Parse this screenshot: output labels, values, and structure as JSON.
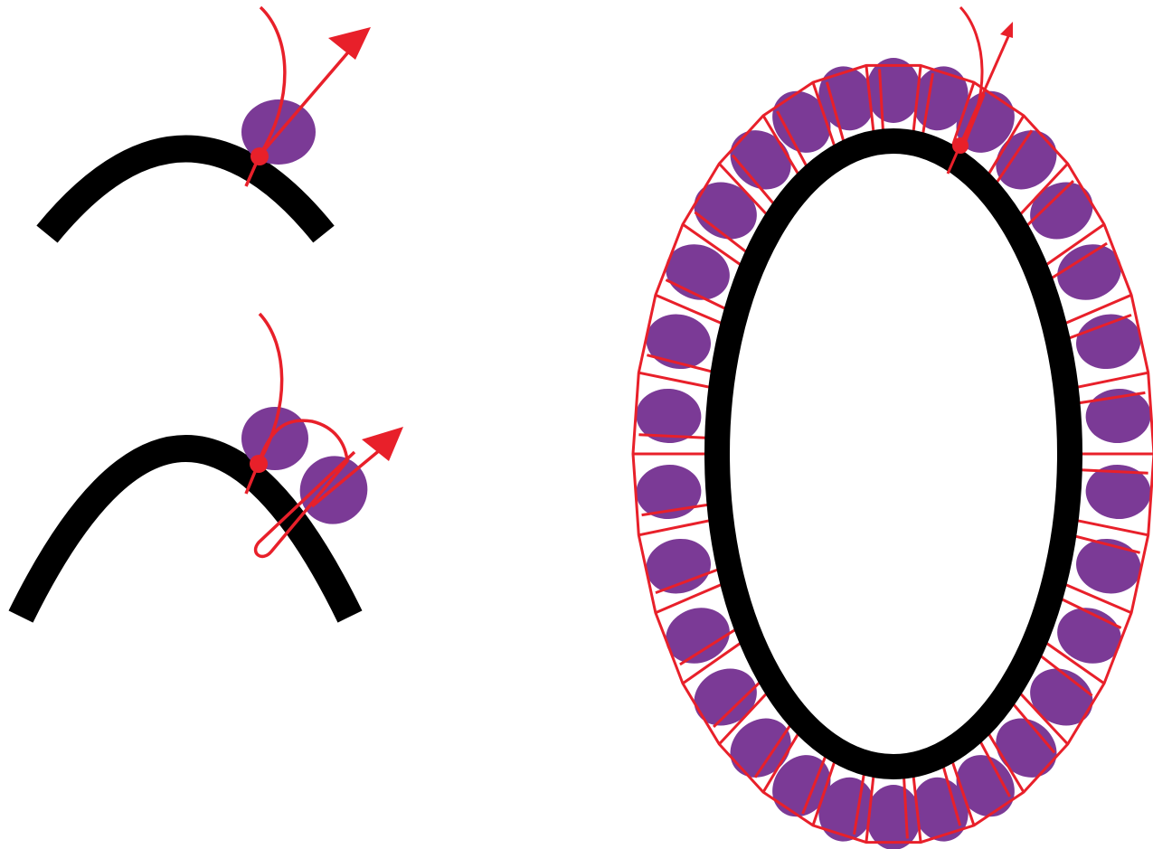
{
  "colors": {
    "background": "#ffffff",
    "dna": "#000000",
    "protein": "#7b3a96",
    "path": "#e8202a"
  },
  "panels": [
    {
      "id": "single-binding",
      "protein_count": 1
    },
    {
      "id": "double-binding",
      "protein_count": 2
    },
    {
      "id": "circular-filament"
    }
  ],
  "icons": [
    "arrow-head-icon",
    "start-dot-icon"
  ]
}
